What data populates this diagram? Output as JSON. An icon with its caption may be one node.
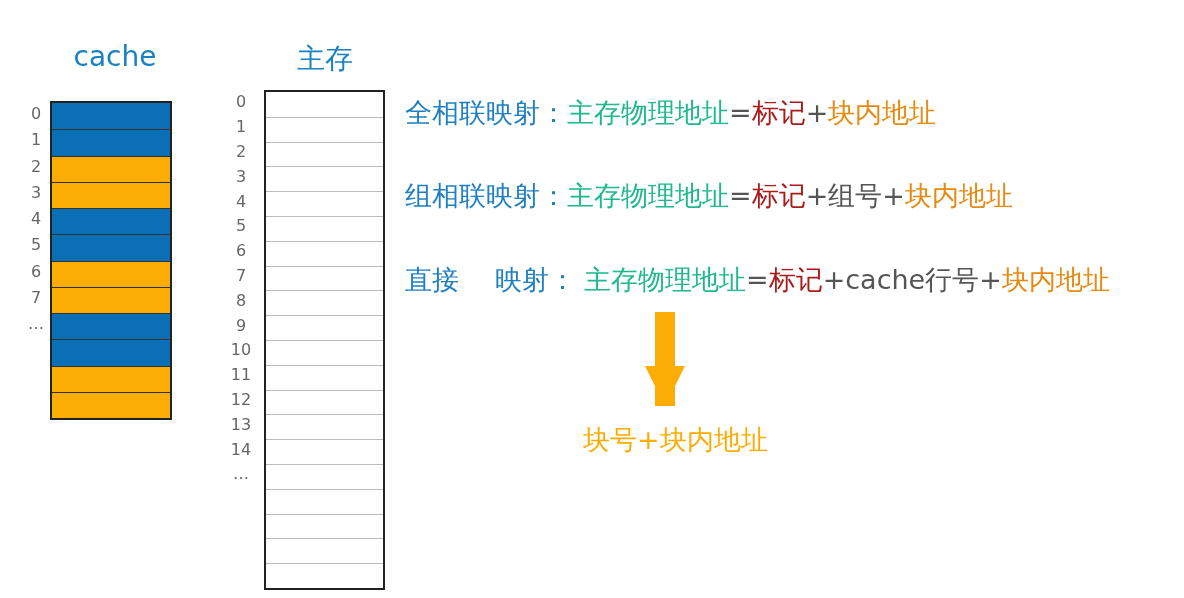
{
  "diagram": {
    "nodes": [
      {
        "text": [
          "cache"
        ]
      },
      {
        "text": [
          "主存"
        ]
      },
      {
        "text": [
          "主存物理地址"
        ]
      },
      {
        "text": [
          "块号+块内地址"
        ]
      }
    ],
    "edges": [
      {
        "from": 2,
        "to": 3,
        "arrow": "to"
      }
    ],
    "labels": [
      "0",
      "1",
      "2",
      "3",
      "4",
      "5",
      "6",
      "7",
      "…",
      "0",
      "1",
      "2",
      "3",
      "4",
      "5",
      "6",
      "7",
      "8",
      "9",
      "10",
      "11",
      "12",
      "13",
      "14",
      "…",
      "全相联映射：",
      "主存物理地址",
      "=",
      "标记",
      "+",
      "块内地址",
      "组相联映射：",
      "主存物理地址",
      "=",
      "标记",
      "+",
      "组号",
      "+",
      "块内地址",
      "直接",
      "映射：",
      "=",
      "标记",
      "+",
      "cache行号",
      "+",
      "块内地址"
    ]
  }
}
